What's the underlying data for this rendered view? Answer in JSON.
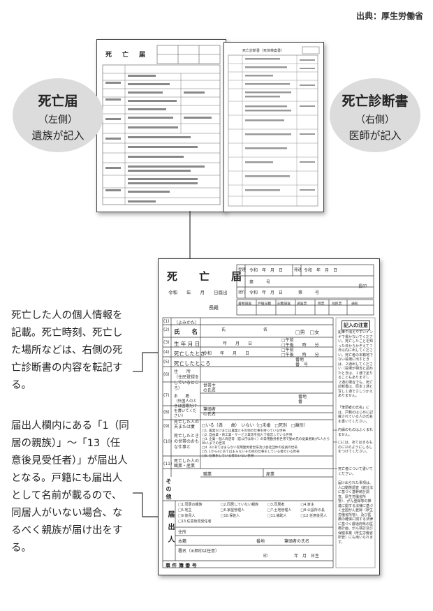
{
  "source": "出典：厚生労働省",
  "left_bubble": {
    "title": "死亡届",
    "side": "（左側）",
    "writer": "遺族が記入"
  },
  "right_bubble": {
    "title": "死亡診断書",
    "side": "（右側）",
    "writer": "医師が記入"
  },
  "top_form": {
    "title": "死　亡　届",
    "cert_title": "死亡診断書（死体検案書）"
  },
  "form": {
    "title": "死　亡　届",
    "date_line": "令和　　年　　月　　日届出",
    "addressee": "長殿",
    "header_cells": [
      "受理",
      "令和　年　月　日",
      "発送",
      "令和　年　月　日",
      "第　　　号",
      "送付",
      "令和　年　月　日",
      "長印",
      "第　　　号"
    ],
    "review_cells": [
      "書類調査",
      "戸籍記載",
      "記載調査",
      "調査票",
      "附票",
      "住民票",
      "通知"
    ],
    "row_nums": [
      "(1)",
      "(2)",
      "(3)",
      "(4)",
      "(5)",
      "(6)",
      "(7)",
      "(8)",
      "(9)",
      "(10)",
      "(11)"
    ],
    "rows": [
      {
        "label": "（よみかた）"
      },
      {
        "label": "氏　　名",
        "extra1": "氏",
        "extra2": "名",
        "extra3": "□男　□女"
      },
      {
        "label": "生 年 月 日",
        "extra1": "年　　月　　日",
        "extra2": "□午前\n□午後　　時　　分"
      },
      {
        "label": "死亡したとき",
        "extra1": "令和　　年　　月　　日",
        "extra2": "□午前\n□午後　　時　　分"
      },
      {
        "label": "死亡したところ",
        "extra1": "番地\n番　号"
      },
      {
        "label": "住　　所\n（住民登録をしているところ）",
        "extra1": "世帯主\nの氏名"
      },
      {
        "label": "本　　籍\n（外国人のときは国籍だけを書いてください）",
        "extra1": "番地\n番",
        "extra2": "筆頭者\nの氏名"
      },
      {
        "label": "死亡した人の夫または妻",
        "extra1": "□いる（満　　歳）　いない（□未婚　□死別　□離別）"
      },
      {
        "label": "死亡したときの世帯のおもな仕事と"
      },
      {
        "label": "死亡した人の職業・産業",
        "extra1": "職業",
        "extra2": "産業"
      }
    ],
    "occupations": [
      "□1. 農業だけまたは農業とその他の仕事を持っている世帯",
      "□2. 自由業・商工業・サービス業等を個人で経営している世帯",
      "□3. 企業・個人商店等（官公庁は除く）の常用勤労者世帯で勤め先の従業者数が1人から99人までの世帯",
      "□4. 3にあてはまらない常用勤労者世帯及び会社団体の役員の世帯",
      "□5. 1から4にあてはまらないその他の仕事をしている者のいる世帯",
      "□6. 仕事をしている者のいない世帯"
    ],
    "other_label": "その他",
    "informant_label": "届出人",
    "informant_options": [
      "□1.同居の親族",
      "□2.同居していない親族",
      "□3.同居者",
      "□4.家主",
      "□5.地主",
      "□6.家屋管理人",
      "□7.土地管理人",
      "□8.公設所の長",
      "□9.後見人",
      "□10.保佐人",
      "□11.補助人",
      "□12.任意後見人",
      "□13.任意後見受任者"
    ],
    "informant_fields": [
      "住所",
      "本籍",
      "番地",
      "筆頭者の氏名",
      "署名（※押印は任意）",
      "印",
      "年　月　日生"
    ],
    "case_number": "事 件 簿 番 号",
    "notice_title": "記入の注意",
    "notice_text": "鉛筆や消えやすいインキで書かないでください。死亡したことを知った日からかぞえて７日以内に出してください。死亡者の本籍地でない役場に出すときは、２通出してください（役場が相当と認めたときは、１通で足りることもあります）。２通の場合でも、死亡診断書は、原本１通と写し１通でさしつかえありません。",
    "notice_side1": "「筆頭者の氏名」には、戸籍のはじめに記載されている人の氏名を書いてください。",
    "notice_side2": "内縁のものはふくまれません。",
    "notice_side3": "□には、あてはまるものに☑のようにしるしをつけてください。",
    "notice_side4": "死亡者について書いてください。",
    "notice_side5": "届け出られた事項は、人口動態調査（統計法に基づく基幹統計調査、厚生労働省所管）、がん登録等の推進に関する法律に基づく全国がん登録（厚生労働省所管）、及び医療の確保に関する法律に基づく都道府県の医療計画、がん検診及び保健事業（厚生労働省所管）にも用いられます。"
  },
  "explanation_1": "死亡した人の個人情報を記載。死亡時刻、死亡した場所などは、右側の死亡診断書の内容を転記する。",
  "explanation_2": "届出人欄内にある「1（同居の親族）」～「13（任意後見受任者）」が届出人となる。戸籍にも届出人として名前が載るので、同居人がいない場合、なるべく親族が届け出をする。"
}
